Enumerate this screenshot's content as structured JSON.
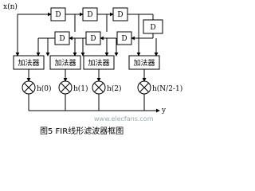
{
  "diagram": {
    "input_label": "x(n)",
    "output_label": "y",
    "delay_label": "D",
    "adder_label": "加法器",
    "coefficients": [
      "h(0)",
      "h(1)",
      "h(2)",
      "h(N/2-1)"
    ],
    "caption": "图5  FIR线形滤波器框图",
    "watermark": "www.elecfans.com"
  }
}
